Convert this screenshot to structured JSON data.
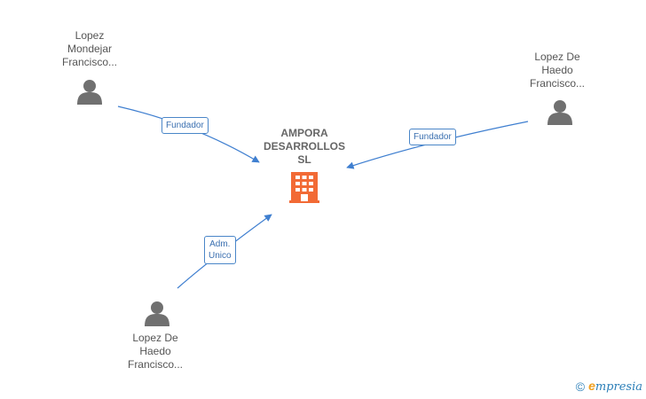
{
  "company": {
    "name": "AMPORA\nDESARROLLOS\nSL",
    "icon": "building-icon",
    "icon_color": "#f26a35"
  },
  "people": [
    {
      "name": "Lopez\nMondejar\nFrancisco...",
      "icon": "person-icon"
    },
    {
      "name": "Lopez De\nHaedo\nFrancisco...",
      "icon": "person-icon"
    },
    {
      "name": "Lopez De\nHaedo\nFrancisco...",
      "icon": "person-icon"
    }
  ],
  "edges": [
    {
      "label": "Fundador"
    },
    {
      "label": "Fundador"
    },
    {
      "label": "Adm.\nUnico"
    }
  ],
  "colors": {
    "edge": "#3f7fd0",
    "person": "#707070"
  },
  "watermark": {
    "symbol": "©",
    "e": "e",
    "text": "mpresia"
  }
}
